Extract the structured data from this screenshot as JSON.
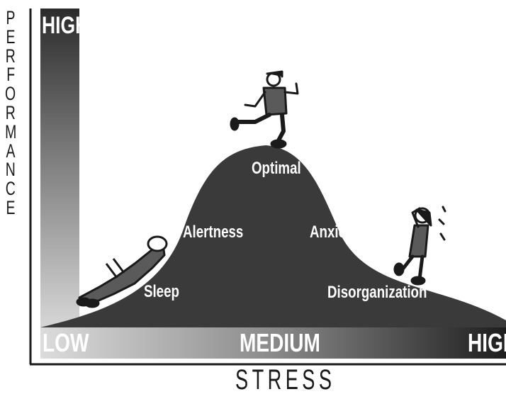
{
  "axes": {
    "y_title": "PERFORMANCE",
    "y_high": "HIGH",
    "x_title": "STRESS",
    "x_low": "LOW",
    "x_medium": "MEDIUM",
    "x_high": "HIGH"
  },
  "curve_labels": {
    "sleep": "Sleep",
    "alertness": "Alertness",
    "optimal": "Optimal",
    "anxiety": "Anxiety",
    "disorganization": "Disorganization"
  },
  "figures": [
    {
      "name": "sleeping-person-icon"
    },
    {
      "name": "running-person-icon"
    },
    {
      "name": "stressed-person-icon"
    }
  ],
  "colors": {
    "curve": "#3a3a3a",
    "ink": "#1a1a1a"
  }
}
